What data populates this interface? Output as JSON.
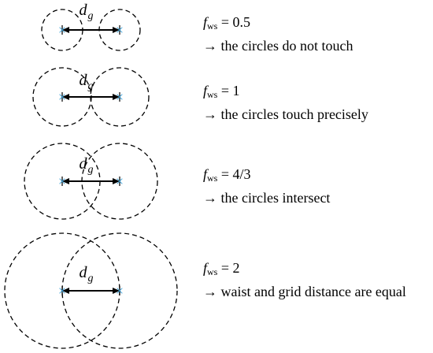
{
  "symbols": {
    "f": "f",
    "ws": "ws",
    "d": "d",
    "g": "g",
    "marker": "×"
  },
  "rows": [
    {
      "value": "0.5",
      "description": "the circles do not touch"
    },
    {
      "value": "1",
      "description": "the circles touch precisely"
    },
    {
      "value": "4/3",
      "description": "the circles intersect"
    },
    {
      "value": "2",
      "description": "waist and grid distance are equal"
    }
  ],
  "operators": {
    "equals": "=",
    "arrow": "→"
  },
  "colors": {
    "marker": "#3aa0d8",
    "stroke": "#000000"
  }
}
